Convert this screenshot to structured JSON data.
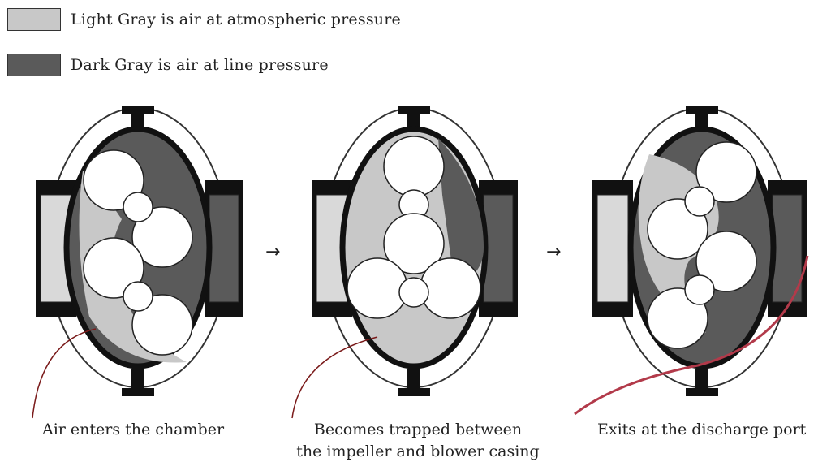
{
  "legend": {
    "items": [
      {
        "label": "Light Gray is air at atmospheric pressure",
        "color": "#c8c8c8"
      },
      {
        "label": "Dark Gray is air at line pressure",
        "color": "#5a5a5a"
      }
    ]
  },
  "colors": {
    "light_gray": "#c8c8c8",
    "dark_gray": "#5a5a5a",
    "casing": "#111111",
    "leader_dark": "#7a1a1a",
    "leader_red": "#b23a4a"
  },
  "stages": [
    {
      "caption_lines": [
        "Air enters the chamber"
      ]
    },
    {
      "caption_lines": [
        "Becomes trapped between",
        "the impeller and blower casing"
      ]
    },
    {
      "caption_lines": [
        "Exits at the discharge port"
      ]
    }
  ],
  "arrows": [
    "→",
    "→"
  ]
}
